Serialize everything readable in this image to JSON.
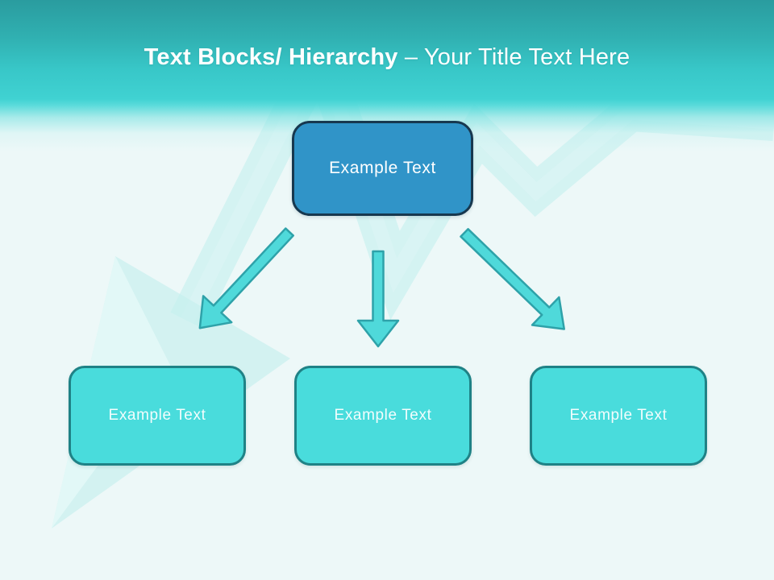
{
  "title": {
    "bold": "Text Blocks/ Hierarchy",
    "regular": "– Your Title Text Here"
  },
  "hierarchy": {
    "root": {
      "label": "Example Text"
    },
    "children": [
      {
        "label": "Example Text"
      },
      {
        "label": "Example Text"
      },
      {
        "label": "Example Text"
      }
    ]
  },
  "icons": {
    "connectors": [
      "arrow-down-left",
      "arrow-down",
      "arrow-down-right"
    ],
    "background": "declining-trend-3d-arrow"
  },
  "colors": {
    "header-teal-dark": "#2a9c9f",
    "header-teal-light": "#40d2d2",
    "body-bg": "#edf8f8",
    "root-fill": "#3094c8",
    "root-border": "#17384f",
    "child-fill": "#49dcdc",
    "child-border": "#1f8286",
    "arrow-fill": "#4fd9da",
    "arrow-stroke": "#2ea2a9",
    "bg-graphic": "#c4efee",
    "title-text": "#ffffff"
  }
}
